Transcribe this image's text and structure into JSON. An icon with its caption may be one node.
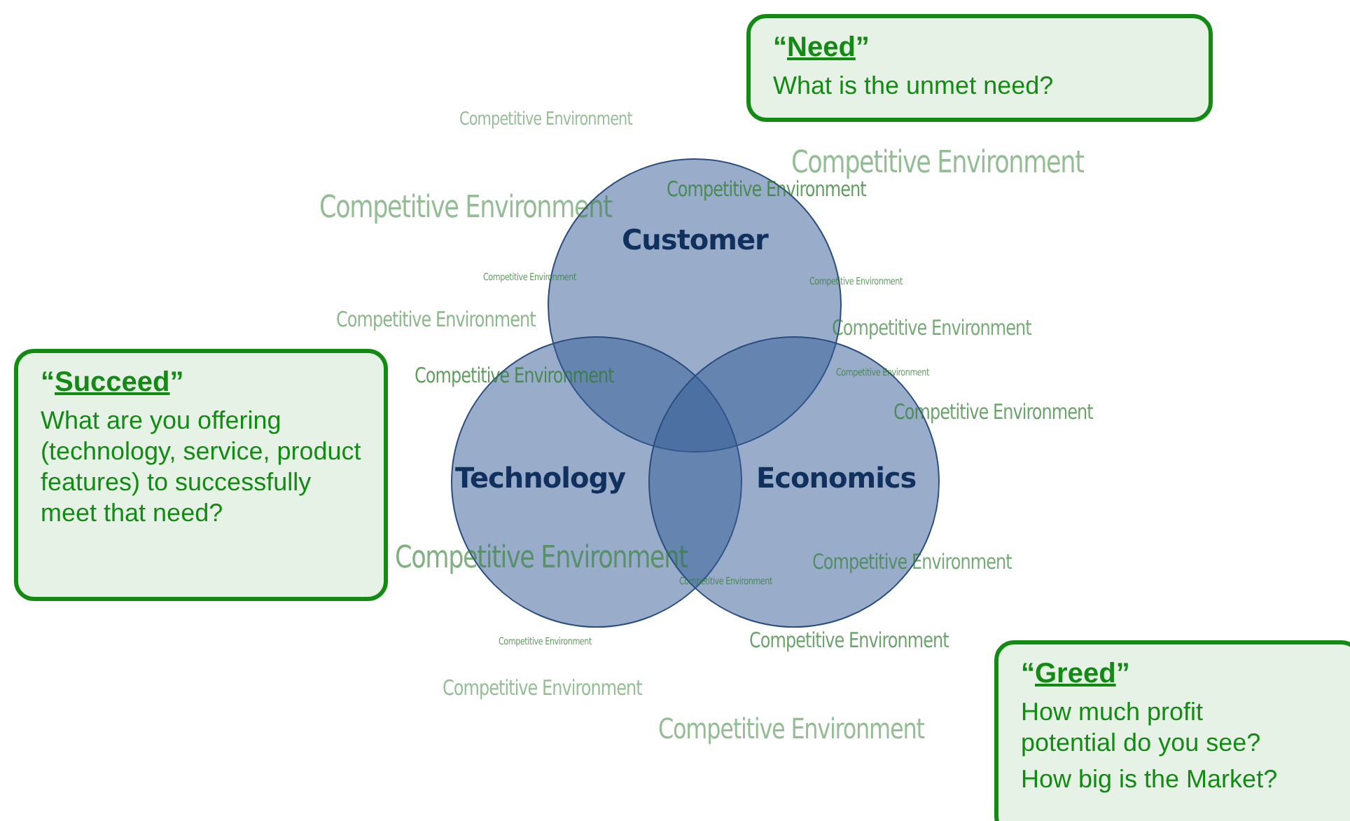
{
  "diagram": {
    "nodes": [
      {
        "text": [
          "“Need”",
          "What is the unmet need?"
        ]
      },
      {
        "text": [
          "Customer"
        ]
      },
      {
        "text": [
          "“Succeed”",
          "What are you offering (technology, service, product features) to successfully meet that need?"
        ]
      },
      {
        "text": [
          "Technology"
        ]
      },
      {
        "text": [
          "Economics"
        ]
      },
      {
        "text": [
          "“Greed”",
          "How much profit potential do you see?",
          "How big is the Market?"
        ]
      }
    ],
    "edges": [],
    "labels": [
      "Competitive Environment",
      "Competitive Environment",
      "Competitive Environment",
      "Competitive Environment",
      "Competitive Environment",
      "Competitive Environment",
      "Competitive Environment",
      "Competitive Environment",
      "Competitive Environment",
      "Competitive Environment",
      "Competitive Environment",
      "Competitive Environment",
      "Competitive Environment",
      "Competitive Environment",
      "Competitive Environment",
      "Competitive Environment",
      "Competitive Environment",
      "Competitive Environment"
    ]
  }
}
